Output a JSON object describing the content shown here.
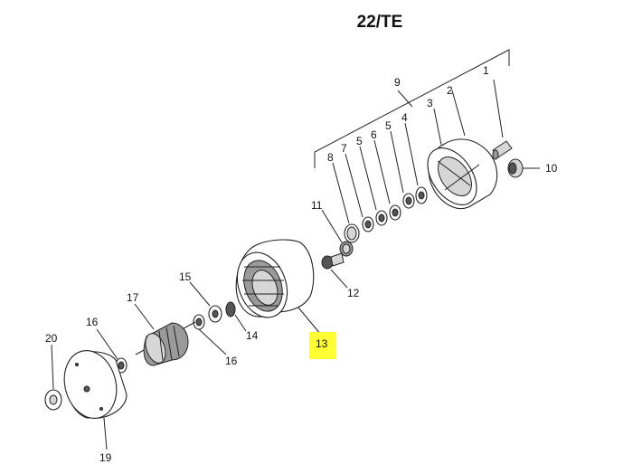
{
  "title": "22/TE",
  "callouts": {
    "c1": "1",
    "c2": "2",
    "c3": "3",
    "c4": "4",
    "c5a": "5",
    "c5b": "5",
    "c6": "6",
    "c7": "7",
    "c8": "8",
    "c9": "9",
    "c10": "10",
    "c11": "11",
    "c12": "12",
    "c13": "13",
    "c14": "14",
    "c15": "15",
    "c16a": "16",
    "c16b": "16",
    "c17": "17",
    "c19": "19",
    "c20": "20"
  },
  "highlight": {
    "callout": "13",
    "color": "#ffff33"
  }
}
